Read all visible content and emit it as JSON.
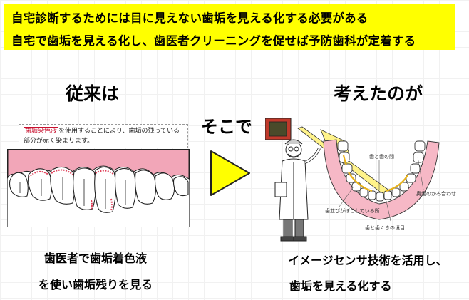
{
  "banner": {
    "line1": "自宅診断するためには目に見えない歯垢を見える化する必要がある",
    "line2": "自宅で歯垢を見える化し、歯医者クリーニングを促せば予防歯科が定着する"
  },
  "left": {
    "heading": "従来は",
    "note_highlight": "歯垢染色液",
    "note_rest": "を使用することにより、歯垢の残っている部分が赤く染まります。",
    "caption_line1": "歯医者で歯垢着色液",
    "caption_line2": "を使い歯垢残りを見る"
  },
  "middle": {
    "label": "そこで"
  },
  "right": {
    "heading": "考えたのが",
    "labels": {
      "between_teeth": "歯と歯の間",
      "molar_surface": "奥歯のかみ合わせ",
      "misaligned": "歯並びがぼこしている所",
      "gumline": "歯と歯ぐきの境目"
    },
    "caption_line1": "イメージセンサ技術を活用し、",
    "caption_line2": "歯垢を見える化する"
  },
  "colors": {
    "banner": "#ffff00",
    "arrow": "#ffff00",
    "gum": "#f2a6b8",
    "plaque": "#e8b21b",
    "sensor": "#c0392b"
  }
}
